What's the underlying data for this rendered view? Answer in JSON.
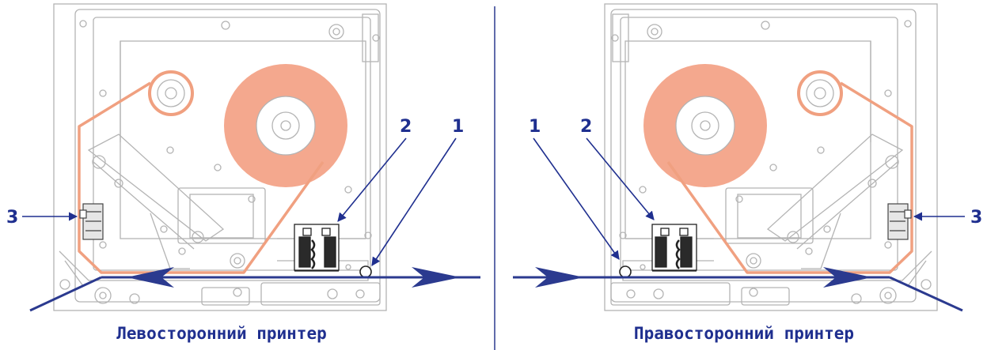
{
  "panels": {
    "left": {
      "caption": "Левосторонний принтер",
      "callouts": {
        "c1": "1",
        "c2": "2",
        "c3": "3"
      }
    },
    "right": {
      "caption": "Правосторонний принтер",
      "callouts": {
        "c1": "1",
        "c2": "2",
        "c3": "3"
      }
    }
  },
  "colors": {
    "ribbon": "#f4a88e",
    "ribbon_path": "#f0a080",
    "media_path": "#2b3a8f",
    "machine_line": "#b0b0b0",
    "divider": "#2b3a8f"
  }
}
